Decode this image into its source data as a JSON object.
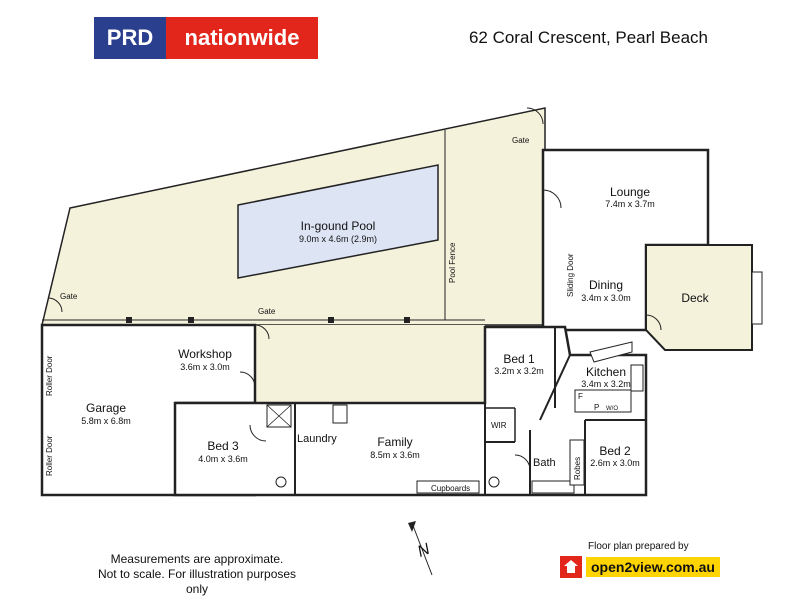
{
  "header": {
    "logo_left": "PRD",
    "logo_right": "nationwide",
    "address": "62 Coral Crescent, Pearl Beach"
  },
  "rooms": {
    "pool": {
      "name": "In-gound Pool",
      "size": "9.0m x 4.6m (2.9m)"
    },
    "lounge": {
      "name": "Lounge",
      "size": "7.4m x 3.7m"
    },
    "dining": {
      "name": "Dining",
      "size": "3.4m x 3.0m"
    },
    "deck": {
      "name": "Deck"
    },
    "workshop": {
      "name": "Workshop",
      "size": "3.6m x 3.0m"
    },
    "garage": {
      "name": "Garage",
      "size": "5.8m x 6.8m"
    },
    "bed1": {
      "name": "Bed 1",
      "size": "3.2m x 3.2m"
    },
    "kitchen": {
      "name": "Kitchen",
      "size": "3.4m x 3.2m"
    },
    "bed3": {
      "name": "Bed 3",
      "size": "4.0m x 3.6m"
    },
    "family": {
      "name": "Family",
      "size": "8.5m x 3.6m"
    },
    "bed2": {
      "name": "Bed 2",
      "size": "2.6m x 3.0m"
    }
  },
  "labels": {
    "gate_top": "Gate",
    "gate_left": "Gate",
    "gate_mid": "Gate",
    "pool_fence": "Pool Fence",
    "sliding_door": "Sliding Door",
    "roller_door_top": "Roller Door",
    "roller_door_bottom": "Roller Door",
    "laundry": "Laundry",
    "wir": "WIR",
    "bath": "Bath",
    "robes": "Robes",
    "cupboards": "Cupboards",
    "pantry": "P",
    "fridge": "F",
    "wo": "W/O"
  },
  "compass": {
    "letter": "N"
  },
  "footer": {
    "note_line1": "Measurements are approximate.",
    "note_line2": "Not to scale.  For illustration purposes only",
    "prepared_by": "Floor plan prepared by",
    "brand": "open2view.com.au"
  },
  "colors": {
    "yard": "#f5f2dc",
    "pool": "#dde5f5",
    "wall": "#222222",
    "logo_blue": "#2b3f8f",
    "logo_red": "#e2261c",
    "brand_yellow": "#ffd400"
  }
}
